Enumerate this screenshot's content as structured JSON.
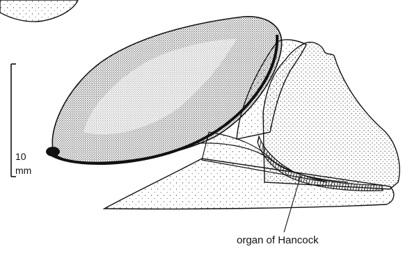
{
  "figure": {
    "scale_bar": {
      "value": "10",
      "unit": "mm"
    },
    "annotation": {
      "label": "organ of Hancock",
      "target": "fleshy band beneath the shell margin"
    }
  },
  "colors": {
    "ink": "#111111",
    "paper": "#ffffff",
    "stipple": "#2b2b2b"
  }
}
